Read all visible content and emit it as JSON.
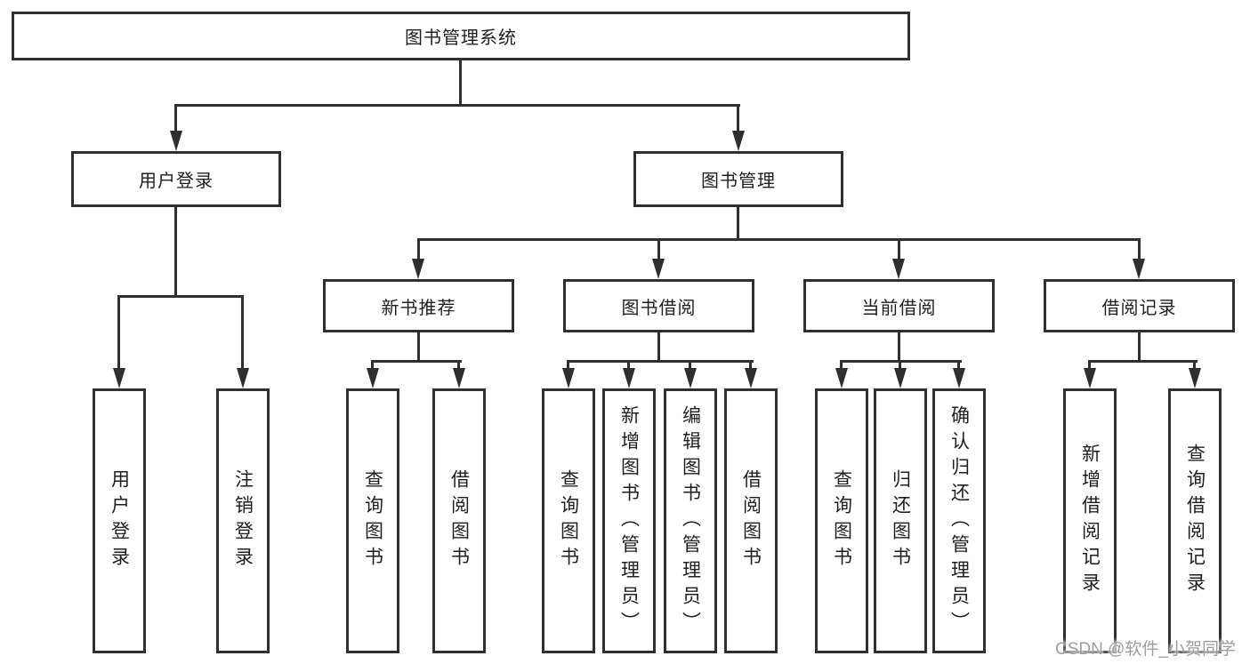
{
  "tree": {
    "root": {
      "label": "图书管理系统"
    },
    "branches": [
      {
        "label": "用户登录",
        "children": [
          {
            "label": "用户登录"
          },
          {
            "label": "注销登录"
          }
        ]
      },
      {
        "label": "图书管理",
        "children": [
          {
            "label": "新书推荐",
            "children": [
              {
                "label": "查询图书"
              },
              {
                "label": "借阅图书"
              }
            ]
          },
          {
            "label": "图书借阅",
            "children": [
              {
                "label": "查询图书"
              },
              {
                "label": "新增图书（管理员）"
              },
              {
                "label": "编辑图书（管理员）"
              },
              {
                "label": "借阅图书"
              }
            ]
          },
          {
            "label": "当前借阅",
            "children": [
              {
                "label": "查询图书"
              },
              {
                "label": "归还图书"
              },
              {
                "label": "确认归还（管理员）"
              }
            ]
          },
          {
            "label": "借阅记录",
            "children": [
              {
                "label": "新增借阅记录"
              },
              {
                "label": "查询借阅记录"
              }
            ]
          }
        ]
      }
    ]
  },
  "watermark": {
    "text": "CSDN @软件_小贺同学"
  },
  "colors": {
    "line": "#2f2f2f",
    "background": "#ffffff",
    "text": "#1f1f1f",
    "watermark": "#989898"
  }
}
